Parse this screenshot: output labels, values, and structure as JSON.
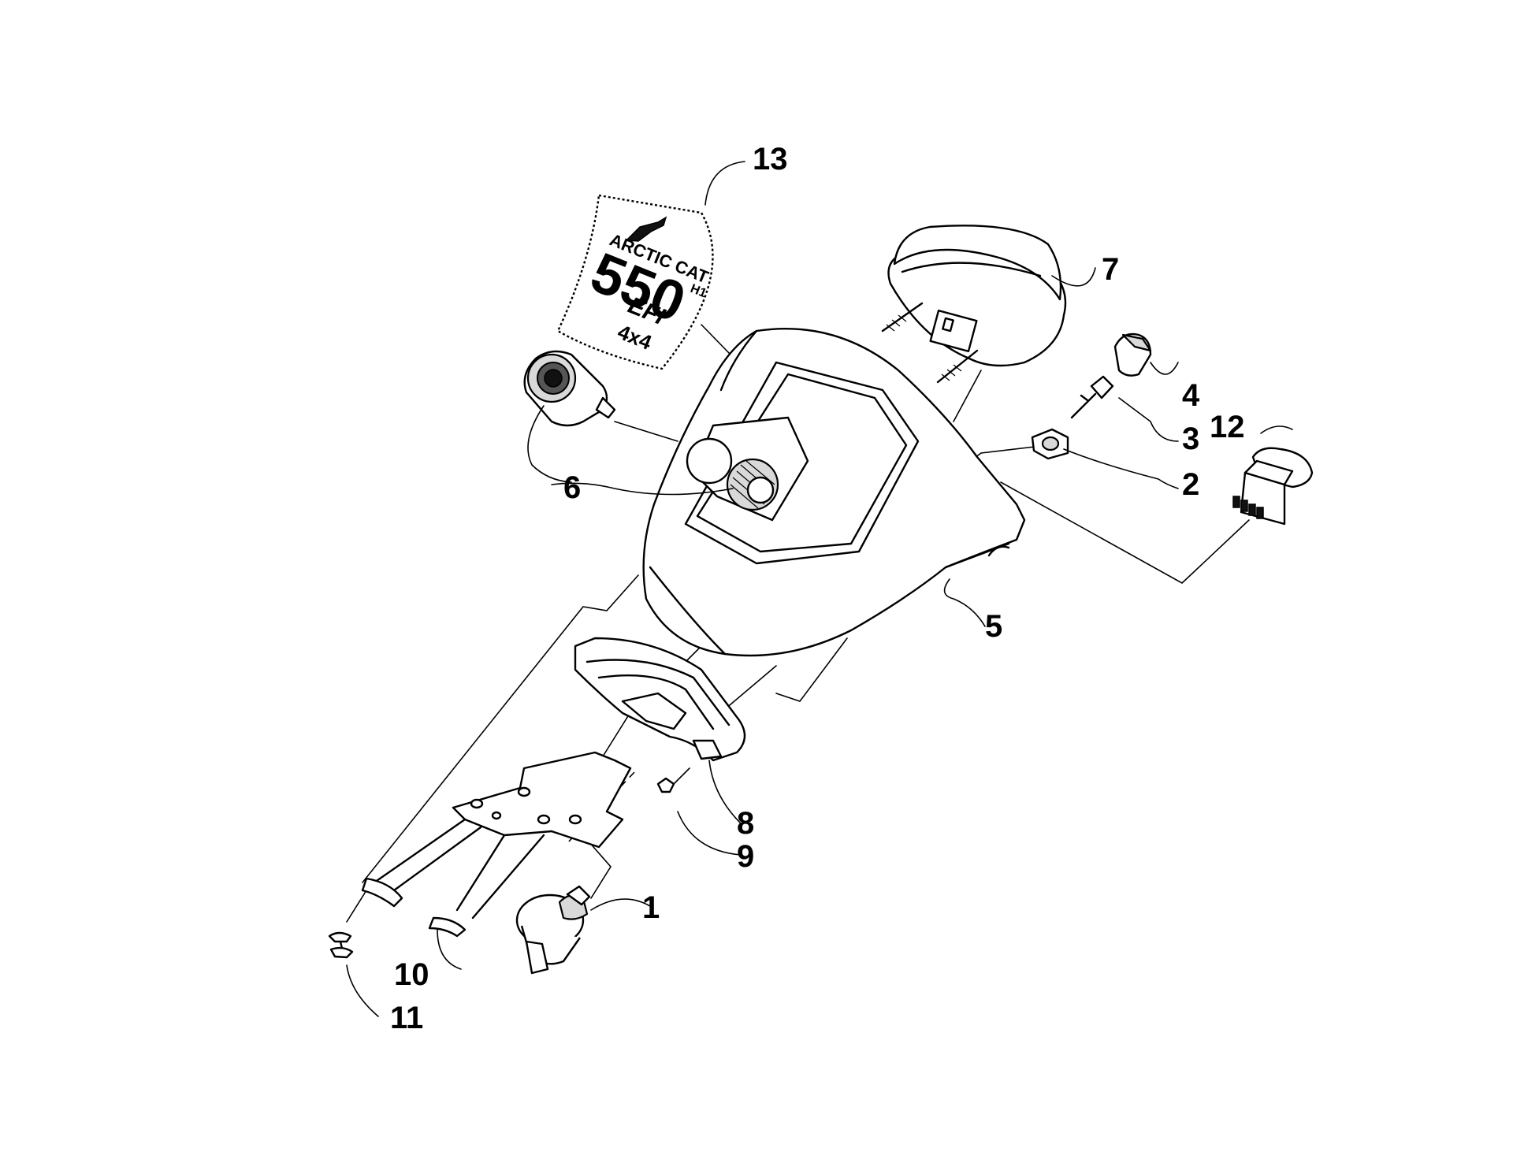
{
  "callouts": [
    {
      "id": "1",
      "label": "1"
    },
    {
      "id": "2",
      "label": "2"
    },
    {
      "id": "3",
      "label": "3"
    },
    {
      "id": "4",
      "label": "4"
    },
    {
      "id": "5",
      "label": "5"
    },
    {
      "id": "6",
      "label": "6"
    },
    {
      "id": "7",
      "label": "7"
    },
    {
      "id": "8",
      "label": "8"
    },
    {
      "id": "9",
      "label": "9"
    },
    {
      "id": "10",
      "label": "10"
    },
    {
      "id": "11",
      "label": "11"
    },
    {
      "id": "12",
      "label": "12"
    },
    {
      "id": "13",
      "label": "13"
    }
  ],
  "decal": {
    "brand": "ARCTIC CAT",
    "model": "550",
    "suffix": "H1",
    "efi": "EFI",
    "drive": "4x4"
  }
}
